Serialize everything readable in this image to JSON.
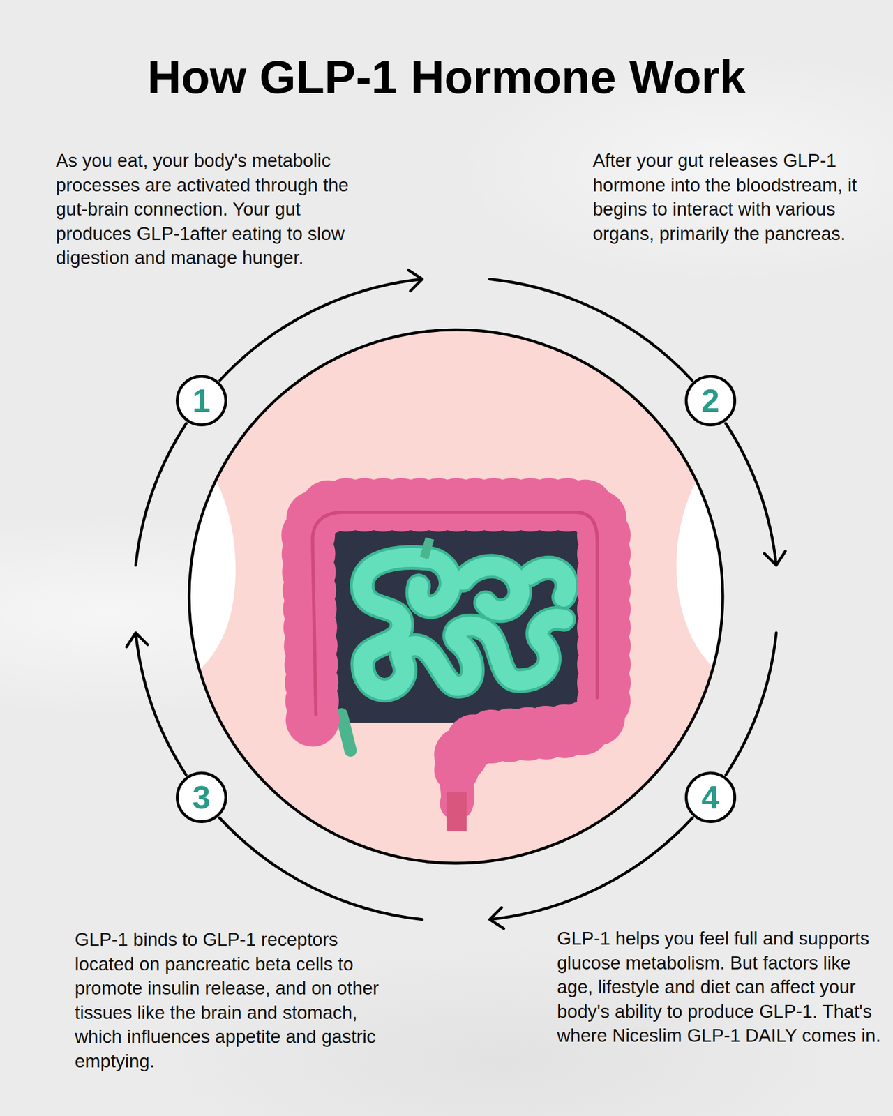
{
  "diagram": {
    "title": "How GLP-1 Hormone Work",
    "nodes": [
      {
        "text": [
          "1"
        ]
      },
      {
        "text": [
          "2"
        ]
      },
      {
        "text": [
          "3"
        ]
      },
      {
        "text": [
          "4"
        ]
      }
    ],
    "edges": [
      {
        "from": 0,
        "to": 1,
        "arrow": "to"
      },
      {
        "from": 1,
        "to": 3,
        "arrow": "to"
      },
      {
        "from": 3,
        "to": 2,
        "arrow": "to"
      },
      {
        "from": 2,
        "to": 0,
        "arrow": "to"
      }
    ],
    "labels": [
      "As you eat, your body's metabolic processes are activated through the gut-brain connection. Your gut produces GLP-1after eating to slow digestion and manage hunger.",
      "After your gut releases GLP-1 hormone into the bloodstream, it begins to interact with various organs, primarily the pancreas.",
      "GLP-1 binds to GLP-1 receptors located on pancreatic beta cells to promote insulin release, and on other tissues like the brain and stomach, which influences appetite and gastric emptying.",
      "GLP-1 helps you feel full and supports glucose metabolism. But factors like age, lifestyle and diet can affect your body's ability to produce GLP-1. That's where Niceslim GLP-1 DAILY comes in."
    ]
  }
}
